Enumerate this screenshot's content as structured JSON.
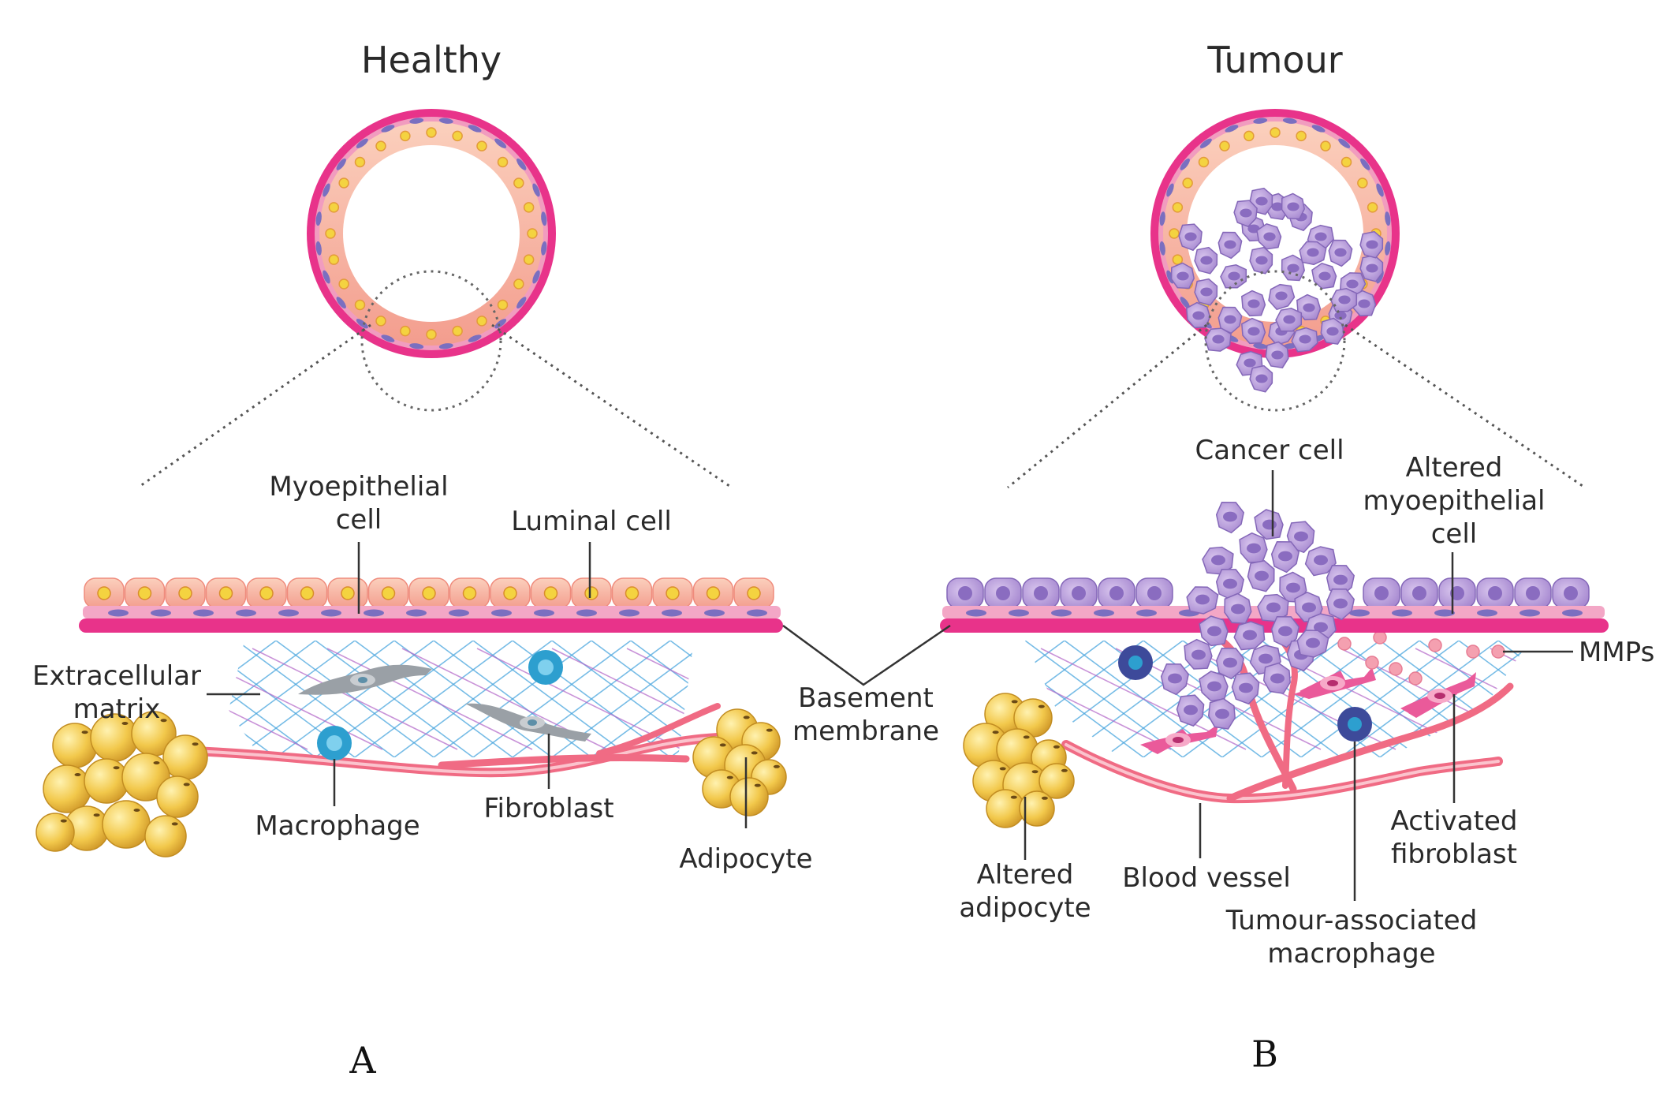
{
  "panels": {
    "healthy": {
      "title": "Healthy",
      "letter": "A",
      "labels": {
        "myoepithelial_1": "Myoepithelial",
        "myoepithelial_2": "cell",
        "luminal": "Luminal cell",
        "ecm_1": "Extracellular",
        "ecm_2": "matrix",
        "macrophage": "Macrophage",
        "fibroblast": "Fibroblast",
        "adipocyte": "Adipocyte"
      }
    },
    "tumour": {
      "title": "Tumour",
      "letter": "B",
      "labels": {
        "cancer_cell": "Cancer cell",
        "altered_myo_1": "Altered",
        "altered_myo_2": "myoepithelial",
        "altered_myo_3": "cell",
        "mmps": "MMPs",
        "altered_adipocyte_1": "Altered",
        "altered_adipocyte_2": "adipocyte",
        "blood_vessel": "Blood vessel",
        "tam_1": "Tumour-associated",
        "tam_2": "macrophage",
        "activated_fibroblast_1": "Activated",
        "activated_fibroblast_2": "fibroblast"
      }
    }
  },
  "shared": {
    "basement_1": "Basement",
    "basement_2": "membrane"
  },
  "colors": {
    "membrane": "#e8338a",
    "luminal_cell": "#f7b49c",
    "luminal_nucleus": "#f4d340",
    "myo_nucleus": "#7a6fc0",
    "cancer_cell": "#b59ad6",
    "cancer_nucleus": "#8a6cc0",
    "ecm_blue": "#4aa6de",
    "ecm_purple": "#b266c8",
    "adipocyte": "#f2c84b",
    "macrophage": "#2d9fcf",
    "tam": "#3d4a9a",
    "fibroblast": "#9aa0a6",
    "activated_fibroblast": "#ea5a9a",
    "vessel": "#f06b84",
    "mmp": "#f4a0b0"
  }
}
